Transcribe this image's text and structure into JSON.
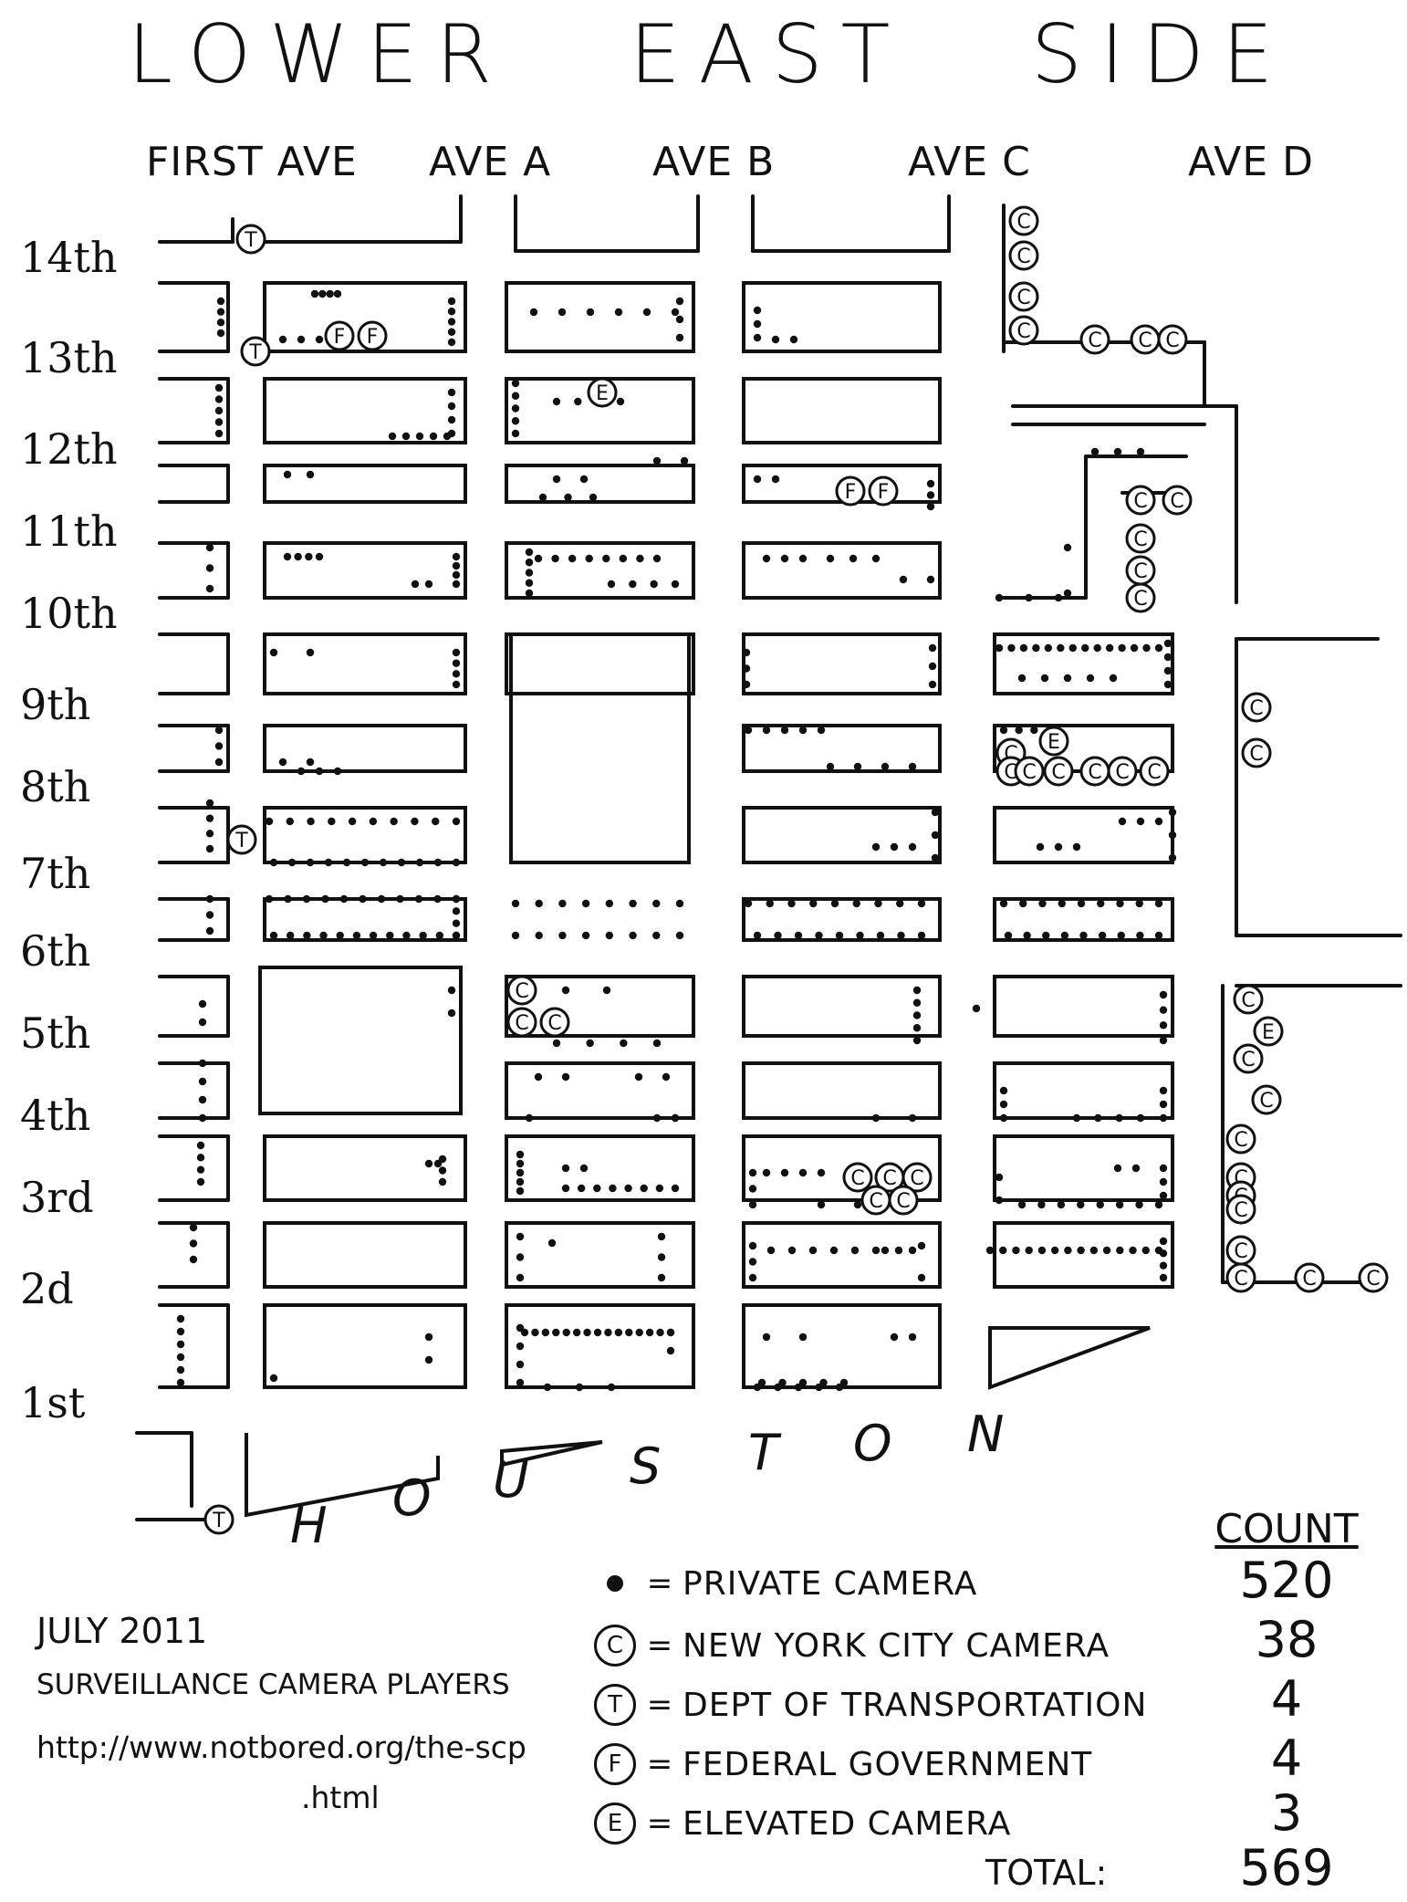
{
  "title": [
    "LOWER",
    "EAST",
    "SIDE"
  ],
  "avenues": [
    "FIRST AVE",
    "AVE A",
    "AVE B",
    "AVE C",
    "AVE D"
  ],
  "streets": [
    "14th",
    "13th",
    "12th",
    "11th",
    "10th",
    "9th",
    "8th",
    "7th",
    "6th",
    "5th",
    "4th",
    "3rd",
    "2d",
    "1st"
  ],
  "houston_letters": [
    "H",
    "O",
    "U",
    "S",
    "T",
    "O",
    "N"
  ],
  "credit": {
    "date": "JULY 2011",
    "org": "SURVEILLANCE CAMERA PLAYERS",
    "url_line1": "http://www.notbored.org/the-scp",
    "url_line2": ".html"
  },
  "legend": {
    "header": "COUNT",
    "items": [
      {
        "symbol": "",
        "kind": "dot",
        "label": "PRIVATE CAMERA",
        "count": "520"
      },
      {
        "symbol": "C",
        "kind": "ring",
        "label": "NEW YORK CITY CAMERA",
        "count": "38"
      },
      {
        "symbol": "T",
        "kind": "ring",
        "label": "DEPT OF TRANSPORTATION",
        "count": "4"
      },
      {
        "symbol": "F",
        "kind": "ring",
        "label": "FEDERAL GOVERNMENT",
        "count": "4"
      },
      {
        "symbol": "E",
        "kind": "ring",
        "label": "ELEVATED CAMERA",
        "count": "3"
      }
    ],
    "equals": "=",
    "total_label": "TOTAL:",
    "total": "569"
  },
  "colors": {
    "ink": "#111111",
    "paper": "#ffffff"
  }
}
